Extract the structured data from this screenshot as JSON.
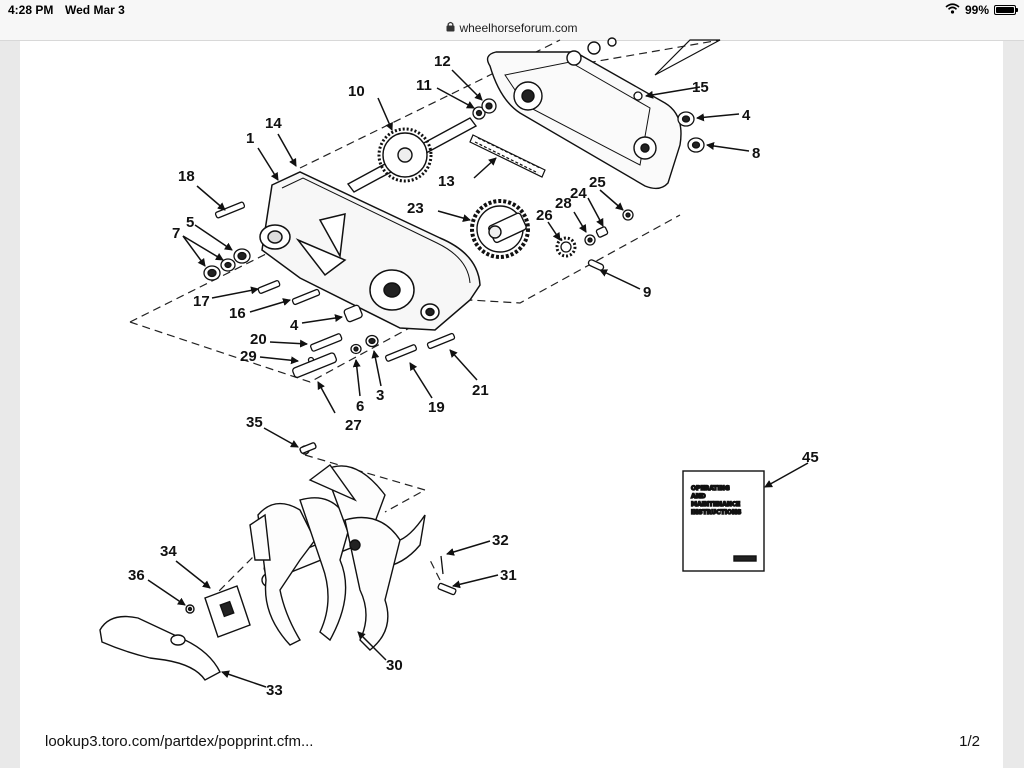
{
  "status_bar": {
    "time": "4:28 PM",
    "date": "Wed Mar 3",
    "battery": "99%",
    "battery_level": 0.99
  },
  "browser": {
    "domain": "wheelhorseforum.com"
  },
  "footer": {
    "url": "lookup3.toro.com/partdex/popprint.cfm...",
    "page_indicator": "1/2"
  },
  "diagram": {
    "callouts": [
      "1",
      "3",
      "4",
      "4",
      "5",
      "6",
      "7",
      "8",
      "9",
      "10",
      "11",
      "12",
      "13",
      "14",
      "15",
      "16",
      "17",
      "18",
      "19",
      "20",
      "21",
      "23",
      "24",
      "25",
      "26",
      "27",
      "28",
      "29",
      "30",
      "31",
      "32",
      "33",
      "34",
      "35",
      "36",
      "45"
    ],
    "manual_cover_lines": [
      "OPERATING",
      "AND",
      "MAINTENANCE",
      "INSTRUCTIONS"
    ]
  }
}
